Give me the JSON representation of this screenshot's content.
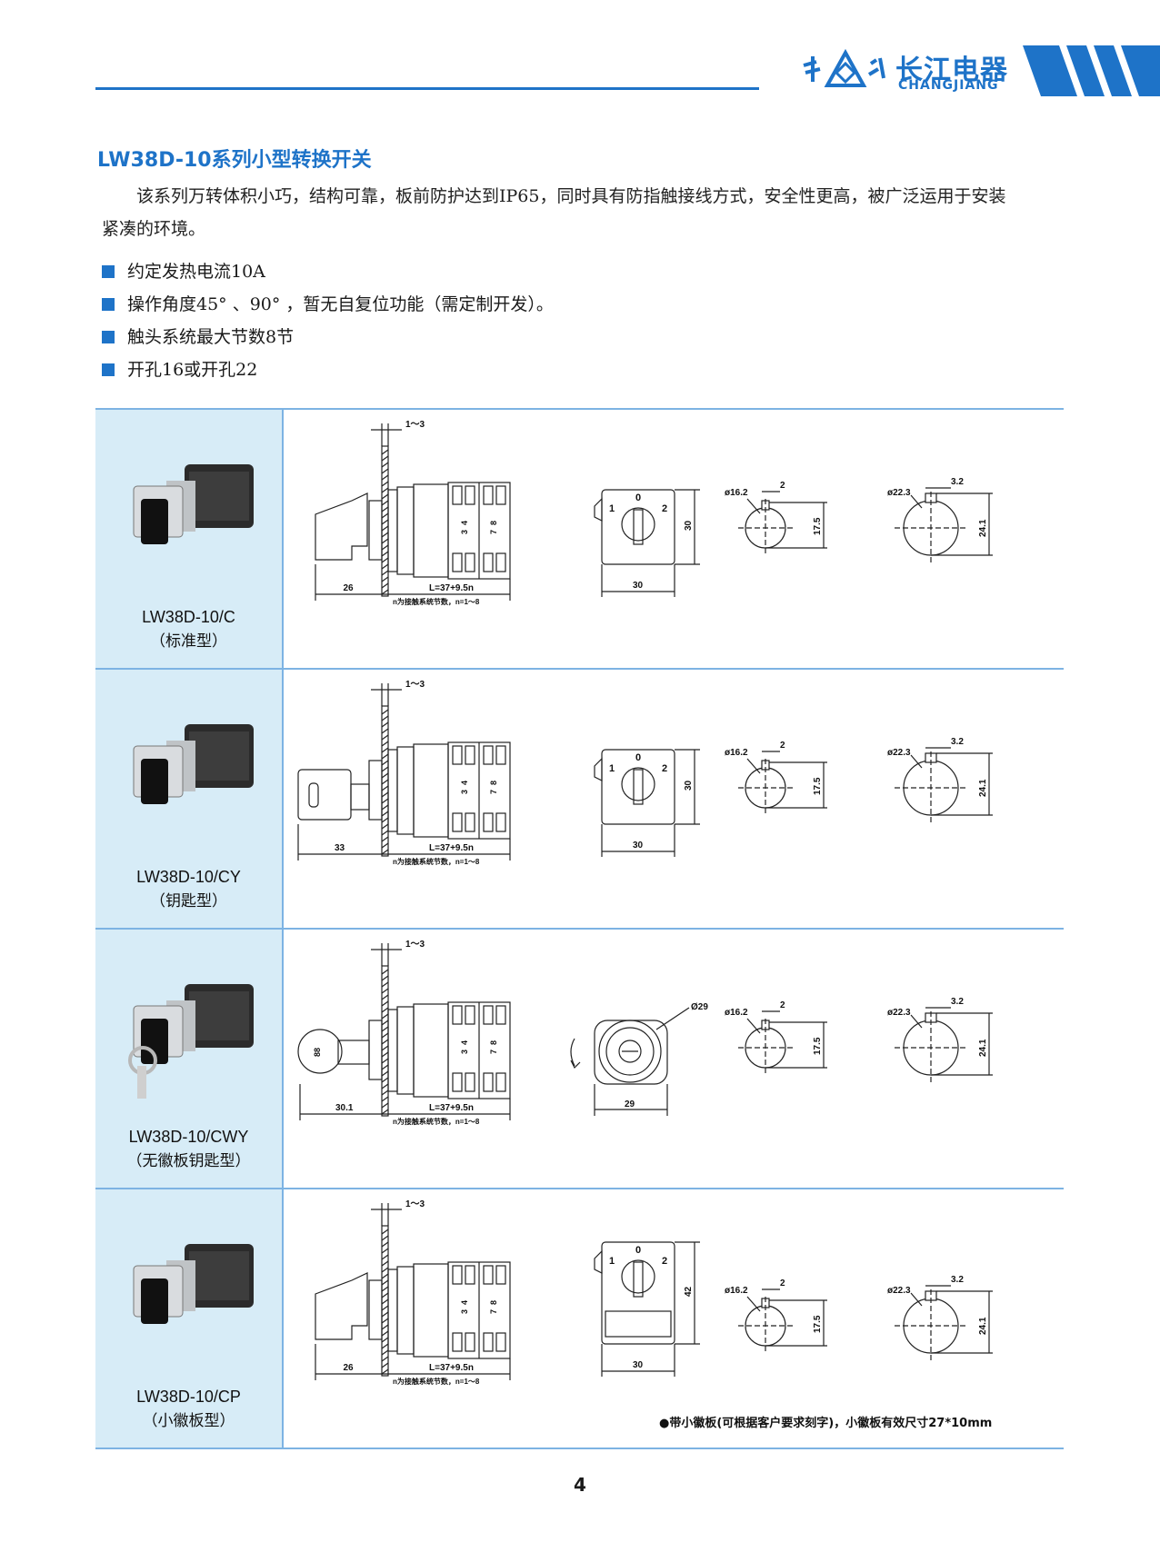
{
  "header": {
    "logo_cn": "长江电器",
    "logo_en": "CHANGJIANG",
    "accent": "#1e73c8"
  },
  "title": "LW38D-10系列小型转换开关",
  "intro": "该系列万转体积小巧，结构可靠，板前防护达到IP65，同时具有防指触接线方式，安全性更高，被广泛运用于安装紧凑的环境。",
  "features": [
    "约定发热电流10A",
    "操作角度45° 、90° ，暂无自复位功能（需定制开发）。",
    "触头系统最大节数8节",
    "开孔16或开孔22"
  ],
  "rows": [
    {
      "model": "LW38D-10/C",
      "type": "（标准型）",
      "gap": "1～3",
      "front_len": "26",
      "body_len": "L=37+9.5n",
      "n_note": "n为接触系统节数，n=1～8",
      "face_width": "30",
      "face_height": "30",
      "face_labels": [
        "1",
        "0",
        "2"
      ],
      "hole16_dia": "ø16.2",
      "hole16_key": "2",
      "hole16_h": "17.5",
      "hole22_dia": "ø22.3",
      "hole22_key": "3.2",
      "hole22_h": "24.1",
      "contacts": [
        "3",
        "4",
        "7",
        "8"
      ]
    },
    {
      "model": "LW38D-10/CY",
      "type": "（钥匙型）",
      "gap": "1～3",
      "front_len": "33",
      "body_len": "L=37+9.5n",
      "n_note": "n为接触系统节数，n=1～8",
      "face_width": "30",
      "face_height": "30",
      "face_labels": [
        "1",
        "0",
        "2"
      ],
      "hole16_dia": "ø16.2",
      "hole16_key": "2",
      "hole16_h": "17.5",
      "hole22_dia": "ø22.3",
      "hole22_key": "3.2",
      "hole22_h": "24.1",
      "contacts": [
        "3",
        "4",
        "7",
        "8"
      ]
    },
    {
      "model": "LW38D-10/CWY",
      "type": "（无徽板钥匙型）",
      "gap": "1～3",
      "front_len": "30.1",
      "body_len": "L=37+9.5n",
      "n_note": "n为接触系统节数，n=1～8",
      "face_width": "29",
      "face_dia": "Ø29",
      "key_label": "88",
      "hole16_dia": "ø16.2",
      "hole16_key": "2",
      "hole16_h": "17.5",
      "hole22_dia": "ø22.3",
      "hole22_key": "3.2",
      "hole22_h": "24.1",
      "contacts": [
        "3",
        "4",
        "7",
        "8"
      ]
    },
    {
      "model": "LW38D-10/CP",
      "type": "（小徽板型）",
      "gap": "1～3",
      "front_len": "26",
      "body_len": "L=37+9.5n",
      "n_note": "n为接触系统节数，n=1～8",
      "face_width": "30",
      "face_height": "42",
      "face_labels": [
        "1",
        "0",
        "2"
      ],
      "hole16_dia": "ø16.2",
      "hole16_key": "2",
      "hole16_h": "17.5",
      "hole22_dia": "ø22.3",
      "hole22_key": "3.2",
      "hole22_h": "24.1",
      "contacts": [
        "3",
        "4",
        "7",
        "8"
      ]
    }
  ],
  "note": "●带小徽板(可根据客户要求刻字)，小徽板有效尺寸27*10mm",
  "page_number": "4"
}
